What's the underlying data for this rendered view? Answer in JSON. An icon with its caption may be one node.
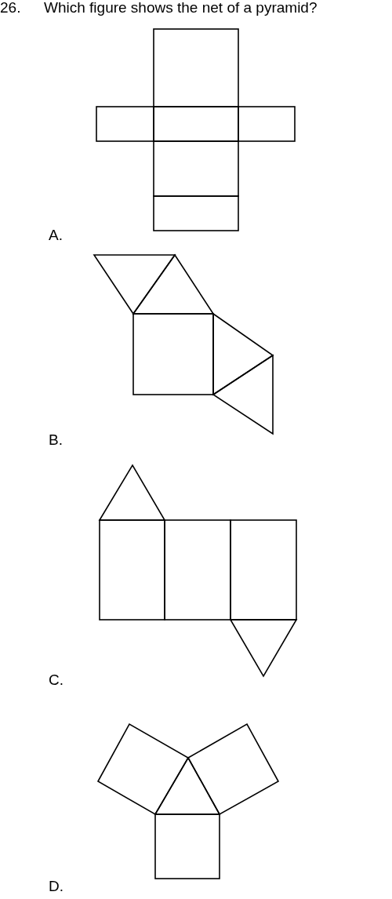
{
  "diagram": {
    "title": "Which figure shows the net of a pyramid?",
    "labels": [
      "26.",
      "A.",
      "B.",
      "C.",
      "D."
    ]
  }
}
